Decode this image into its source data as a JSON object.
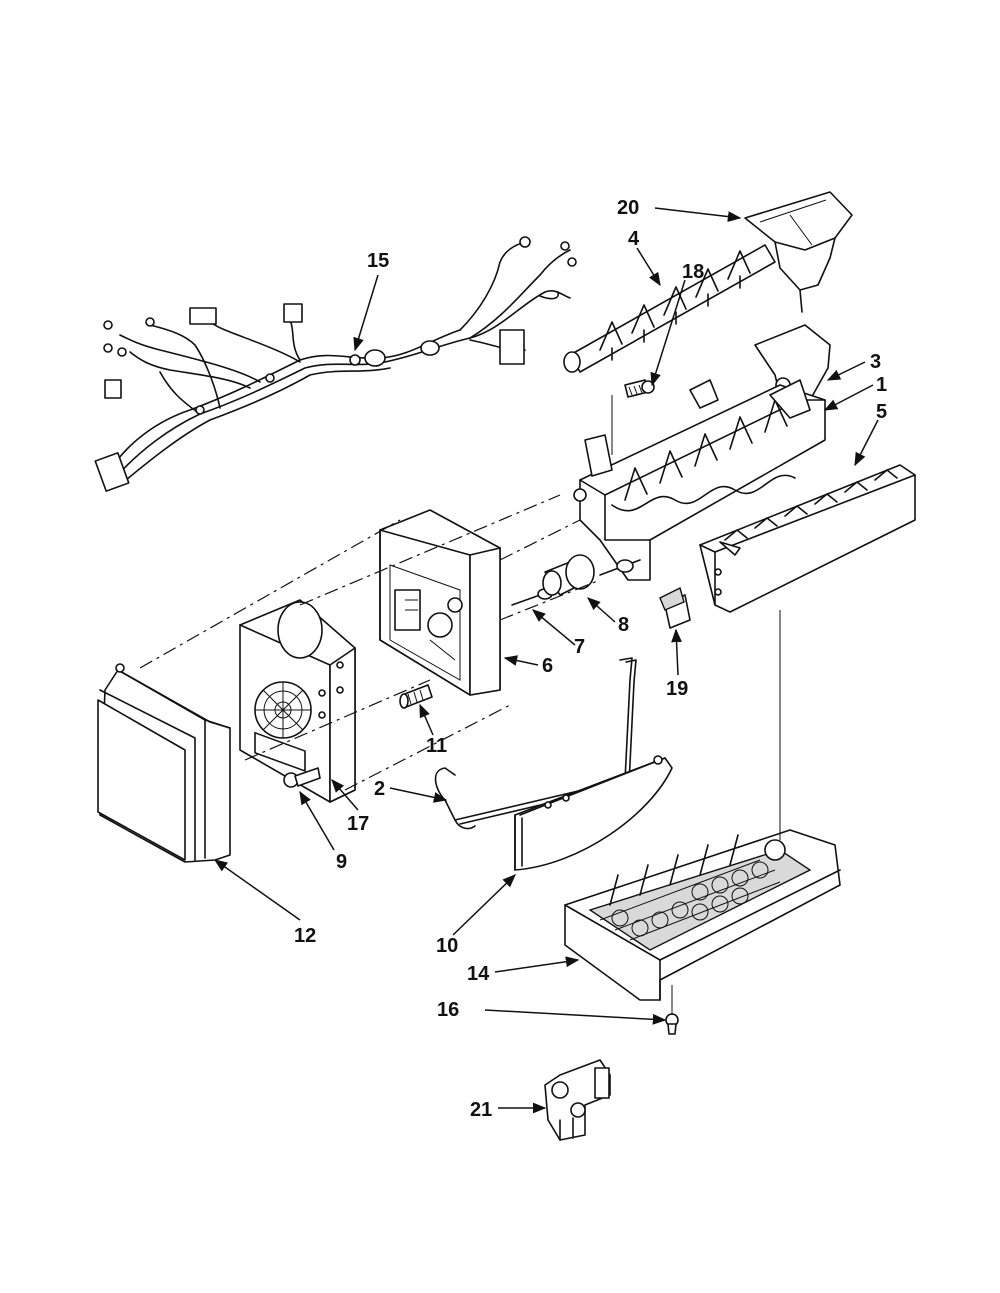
{
  "callouts": [
    {
      "id": "c1",
      "label": "1"
    },
    {
      "id": "c2",
      "label": "2"
    },
    {
      "id": "c3",
      "label": "3"
    },
    {
      "id": "c4",
      "label": "4"
    },
    {
      "id": "c5",
      "label": "5"
    },
    {
      "id": "c6",
      "label": "6"
    },
    {
      "id": "c7",
      "label": "7"
    },
    {
      "id": "c8",
      "label": "8"
    },
    {
      "id": "c9",
      "label": "9"
    },
    {
      "id": "c10",
      "label": "10"
    },
    {
      "id": "c11",
      "label": "11"
    },
    {
      "id": "c12",
      "label": "12"
    },
    {
      "id": "c14",
      "label": "14"
    },
    {
      "id": "c15",
      "label": "15"
    },
    {
      "id": "c16",
      "label": "16"
    },
    {
      "id": "c17",
      "label": "17"
    },
    {
      "id": "c18",
      "label": "18"
    },
    {
      "id": "c19",
      "label": "19"
    },
    {
      "id": "c20",
      "label": "20"
    },
    {
      "id": "c21",
      "label": "21"
    }
  ]
}
